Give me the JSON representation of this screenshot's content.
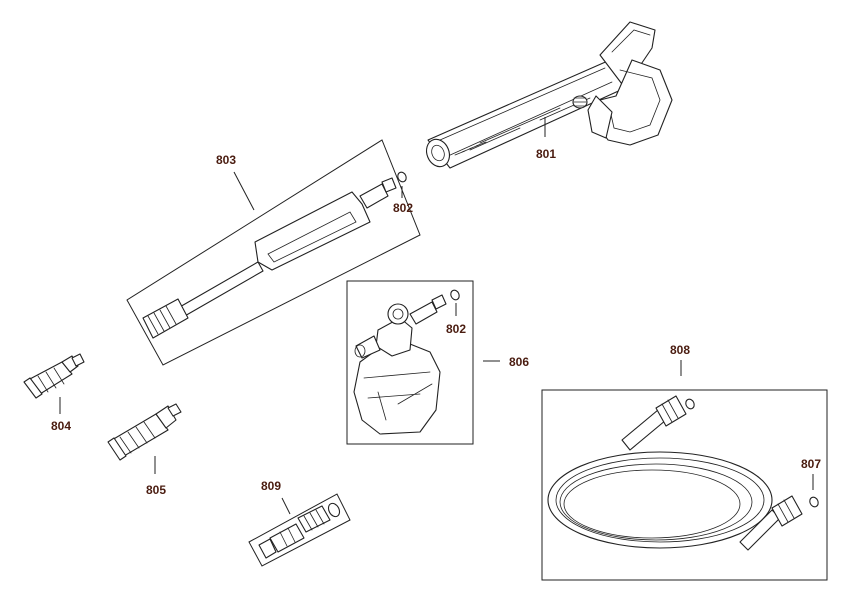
{
  "labels": {
    "p801": "801",
    "p802a": "802",
    "p802b": "802",
    "p803": "803",
    "p804": "804",
    "p805": "805",
    "p806": "806",
    "p807": "807",
    "p808": "808",
    "p809": "809"
  }
}
